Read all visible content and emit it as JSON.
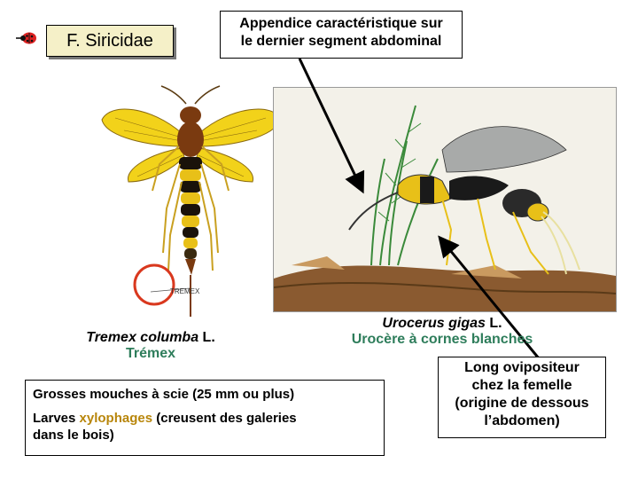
{
  "header": {
    "family_title": "F. Siricidae",
    "callout_line1": "Appendice caractéristique sur",
    "callout_line2": "le dernier segment abdominal"
  },
  "left_specimen": {
    "label_on_image": "TREMEX",
    "species_italic": "Tremex columba",
    "species_author": " L.",
    "common_name": "Trémex"
  },
  "right_specimen": {
    "species_italic": "Urocerus gigas",
    "species_author": " L.",
    "common_name": "Urocère à cornes blanches"
  },
  "info": {
    "line1": "Grosses mouches à scie (25 mm ou plus)",
    "line2_prefix": "Larves ",
    "line2_highlight": "xylophages",
    "line2_suffix": " (creusent des galeries",
    "line3": "dans le bois)"
  },
  "ovipositor_note": {
    "line1": "Long ovipositeur",
    "line2": "chez la femelle",
    "line3": "(origine de dessous",
    "line4": "l’abdomen)"
  },
  "colors": {
    "accent_green": "#2e7d5b",
    "highlight": "#b8860b",
    "title_bg": "#f5f0c8",
    "marker_circle": "#d9381e"
  },
  "icons": [
    "ladybug-bullet-icon"
  ]
}
